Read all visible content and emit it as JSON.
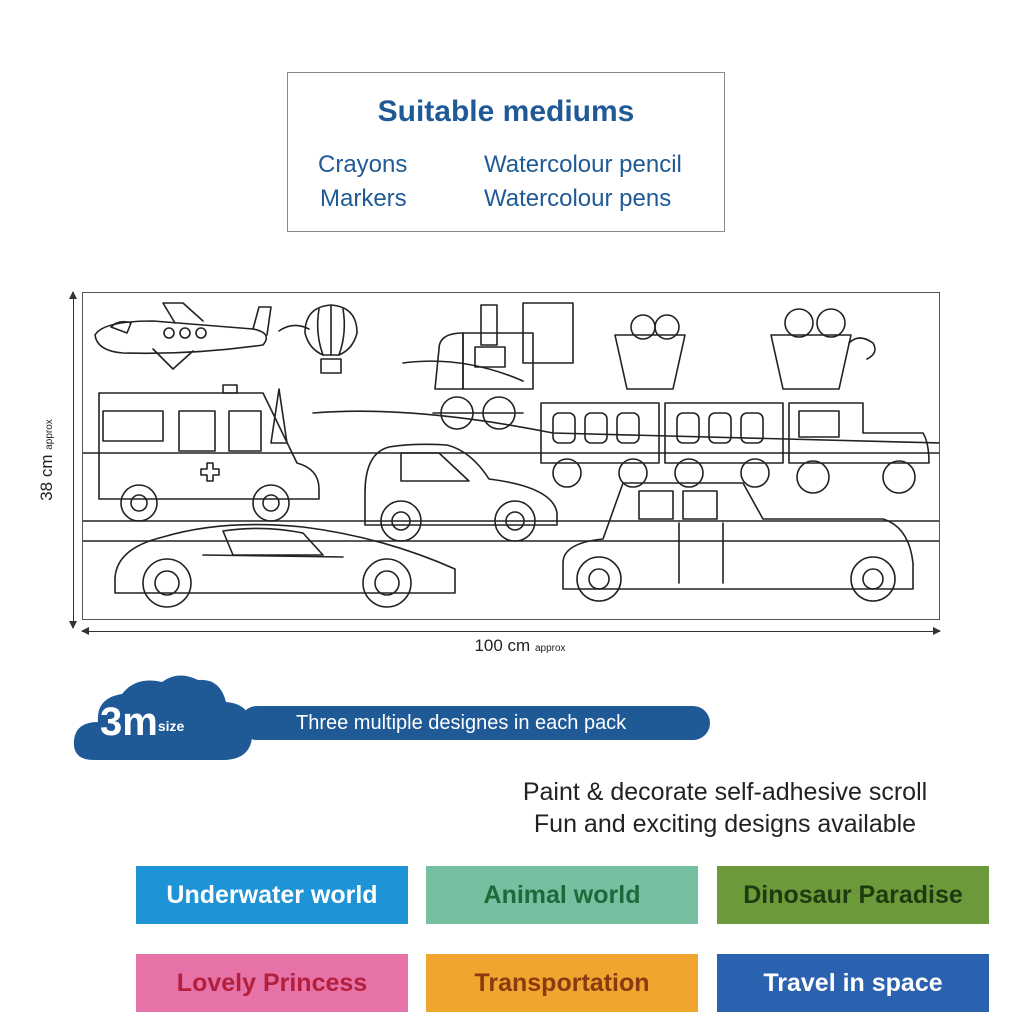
{
  "mediums": {
    "title": "Suitable mediums",
    "items": [
      "Crayons",
      "Watercolour pencil",
      "Markers",
      "Watercolour pens"
    ]
  },
  "dimensions": {
    "height_value": "38 cm",
    "height_note": "approx",
    "width_value": "100 cm",
    "width_note": "approx"
  },
  "scroll_illustration": "transportation-scroll-illustration",
  "size_badge": {
    "value": "3m",
    "unit": "size",
    "banner": "Three multiple designes in each pack",
    "color": "#1f5a96"
  },
  "taglines": [
    "Paint & decorate self-adhesive scroll",
    "Fun and exciting designs available"
  ],
  "designs": [
    {
      "label": "Underwater world",
      "bg": "#1e94d6",
      "fg": "#ffffff"
    },
    {
      "label": "Animal world",
      "bg": "#76bfa0",
      "fg": "#1d6a3a"
    },
    {
      "label": "Dinosaur Paradise",
      "bg": "#6c9a3a",
      "fg": "#1e3a10"
    },
    {
      "label": "Lovely Princess",
      "bg": "#e672a8",
      "fg": "#b3203e"
    },
    {
      "label": "Transportation",
      "bg": "#f0a52e",
      "fg": "#8a3a12"
    },
    {
      "label": "Travel in space",
      "bg": "#2a62b0",
      "fg": "#ffffff"
    }
  ]
}
